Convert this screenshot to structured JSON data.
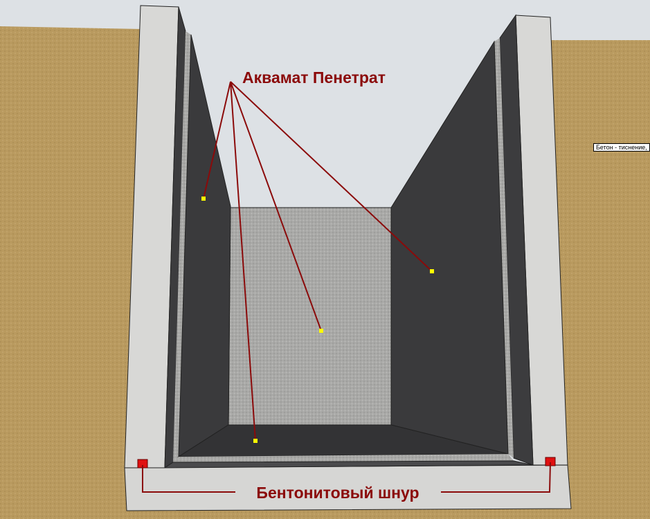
{
  "labels": {
    "membrane": "Аквамат Пенетрат",
    "cord": "Бентонитовый шнур"
  },
  "tooltip": "Бетон - тиснение,",
  "colors": {
    "label": "#8b0a0a",
    "marker_point": "#ffff00",
    "cord_marker": "#e01010",
    "soil": "#b99a5f",
    "concrete": "#d8d8d6",
    "membrane": "#3a3a3c",
    "gravel": "#a8a8a6"
  }
}
